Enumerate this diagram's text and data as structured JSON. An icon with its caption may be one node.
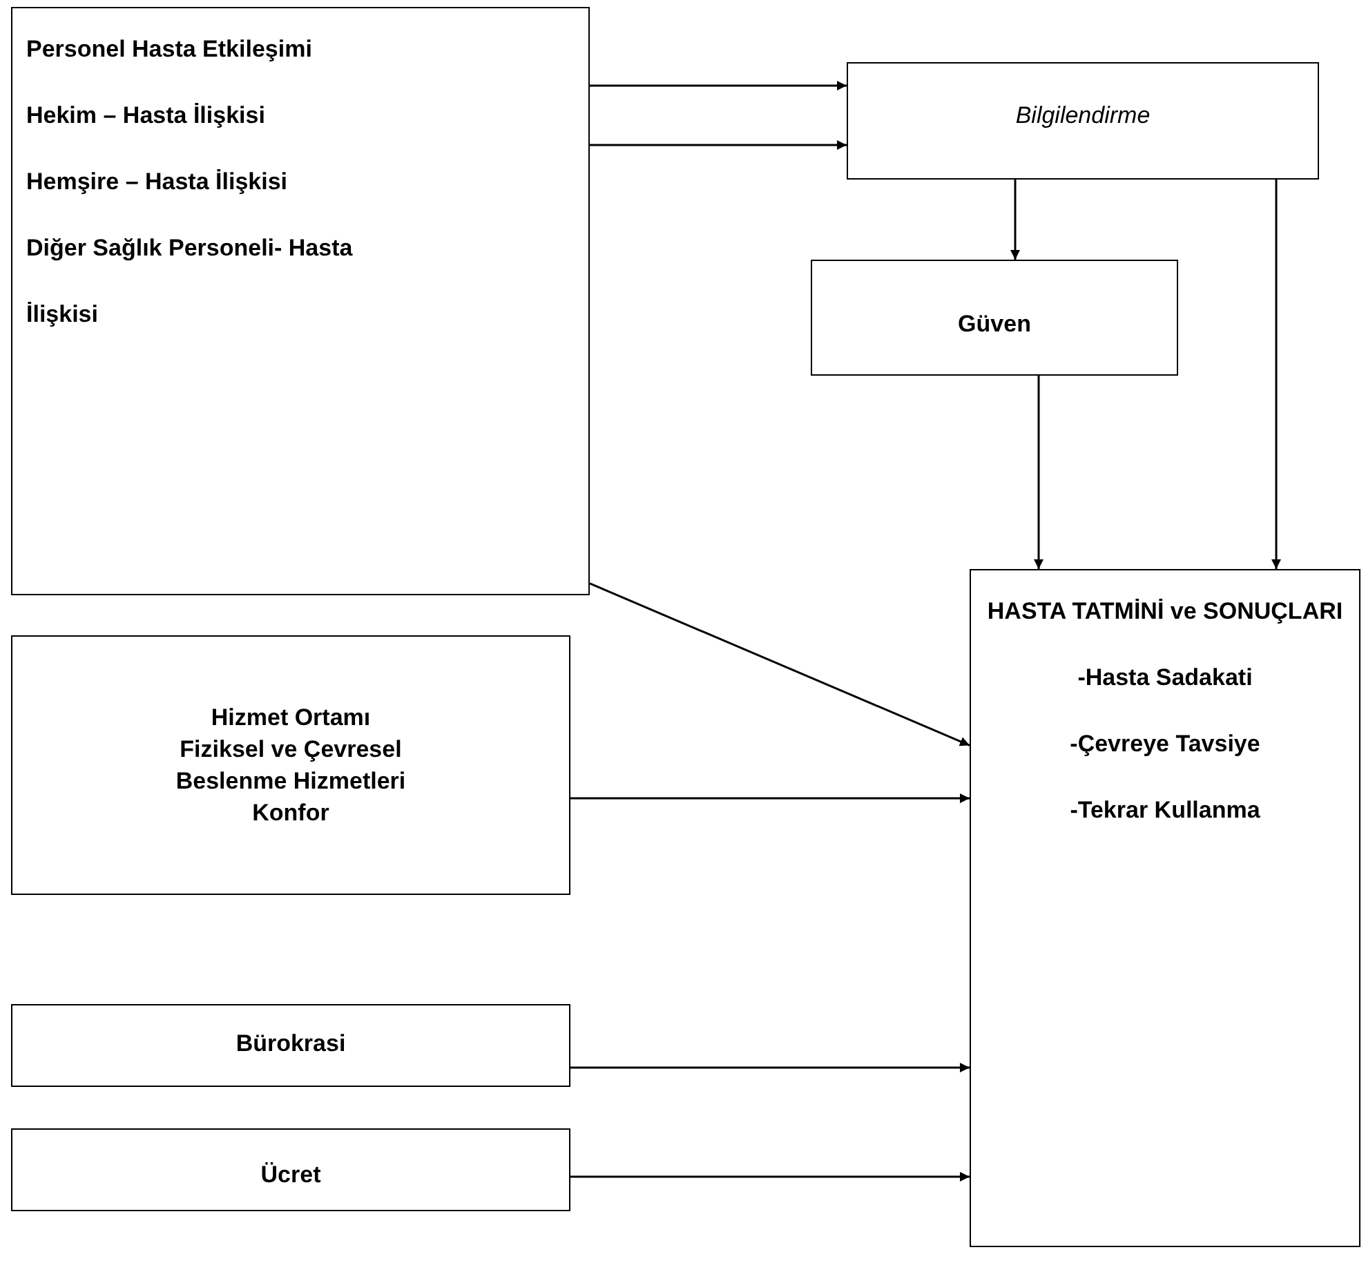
{
  "diagram": {
    "nodes": [
      {
        "text": [
          "Personel Hasta Etkileşimi",
          "Hekim – Hasta İlişkisi",
          "Hemşire – Hasta İlişkisi",
          "Diğer Sağlık Personeli- Hasta İlişkisi"
        ]
      },
      {
        "text": [
          "Bilgilendirme"
        ]
      },
      {
        "text": [
          "Güven"
        ]
      },
      {
        "text": [
          "Hizmet Ortamı",
          "Fiziksel ve Çevresel",
          "Beslenme Hizmetleri",
          "Konfor"
        ]
      },
      {
        "text": [
          "Bürokrasi"
        ]
      },
      {
        "text": [
          "Ücret"
        ]
      },
      {
        "text": [
          "HASTA TATMİNİ ve SONUÇLARI",
          "-Hasta Sadakati",
          "-Çevreye Tavsiye",
          "-Tekrar Kullanma"
        ]
      }
    ],
    "edges": [
      {
        "from": 0,
        "to": 1,
        "arrow": "to"
      },
      {
        "from": 0,
        "to": 1,
        "arrow": "to"
      },
      {
        "from": 1,
        "to": 2,
        "arrow": "to"
      },
      {
        "from": 1,
        "to": 6,
        "arrow": "to"
      },
      {
        "from": 2,
        "to": 6,
        "arrow": "to"
      },
      {
        "from": 0,
        "to": 6,
        "arrow": "to"
      },
      {
        "from": 3,
        "to": 6,
        "arrow": "to"
      },
      {
        "from": 4,
        "to": 6,
        "arrow": "to"
      },
      {
        "from": 5,
        "to": 6,
        "arrow": "to"
      }
    ]
  }
}
